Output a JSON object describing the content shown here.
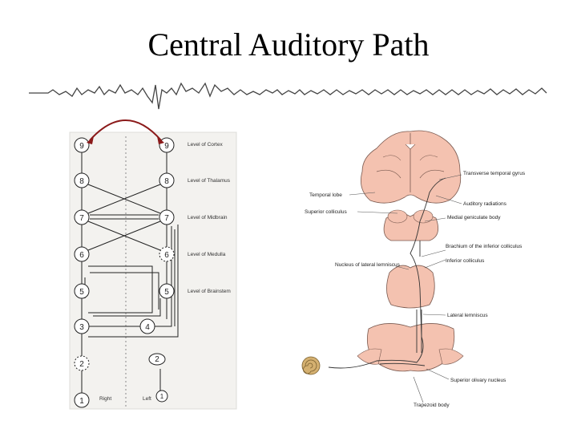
{
  "slide": {
    "title": "Central Auditory Path"
  },
  "schematic": {
    "nodes_right": [
      "9",
      "8",
      "7",
      "6",
      "5",
      "3",
      "2",
      "1"
    ],
    "nodes_left": [
      "9",
      "8",
      "7",
      "6",
      "5",
      "4",
      "2",
      "1"
    ],
    "levels": [
      "Level of Cortex",
      "Level of Thalamus",
      "Level of Midbrain",
      "Level of Medulla",
      "Level of Brainstem"
    ],
    "side_right": "Right",
    "side_left": "Left",
    "arc_color": "#8b1a1a"
  },
  "anatomy": {
    "labels": {
      "transverse_temporal_gyrus": "Transverse temporal gyrus",
      "temporal_lobe": "Temporal lobe",
      "auditory_radiations": "Auditory radiations",
      "superior_colliculus": "Superior colliculus",
      "medial_geniculate_body": "Medial geniculate body",
      "brachium_inferior_colliculus": "Brachium of the inferior colliculus",
      "nucleus_lateral_lemniscus": "Nucleus of lateral lemniscus",
      "inferior_colliculus": "Inferior colliculus",
      "lateral_lemniscus": "Lateral lemniscus",
      "superior_olivary_nucleus": "Superior olivary nucleus",
      "trapezoid_body": "Trapezoid body"
    },
    "tissue_color": "#f4c2b0",
    "cochlea_color": "#d4b070"
  }
}
